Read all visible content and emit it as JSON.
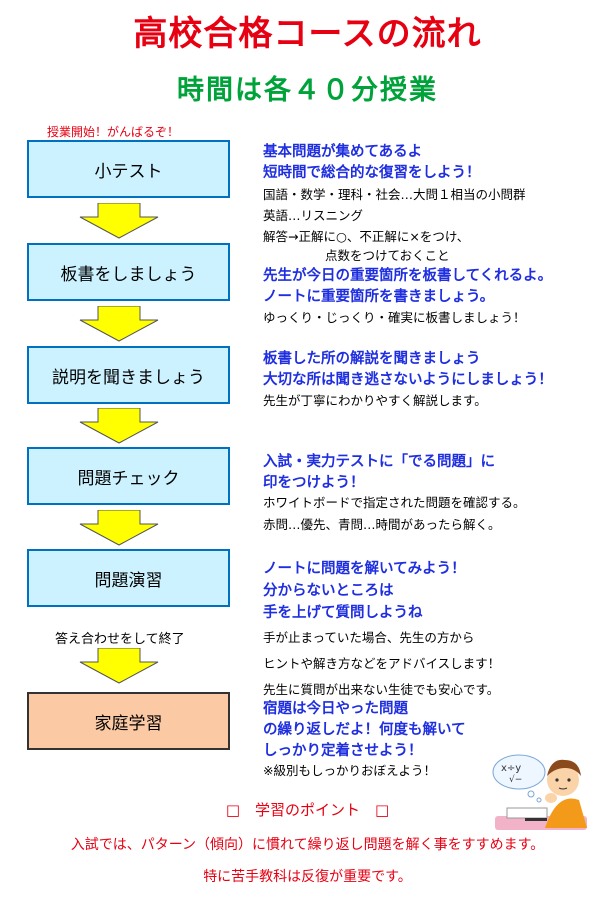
{
  "title": "高校合格コースの流れ",
  "subtitle": "時間は各４０分授業",
  "start_label": "授業開始！がんばるぞ！",
  "steps": [
    {
      "label": "小テスト"
    },
    {
      "label": "板書をしましょう"
    },
    {
      "label": "説明を聞きましょう"
    },
    {
      "label": "問題チェック"
    },
    {
      "label": "問題演習"
    },
    {
      "label": "家庭学習"
    }
  ],
  "end_label": "答え合わせをして終了",
  "descriptions": {
    "d1": [
      "基本問題が集めてあるよ",
      "短時間で総合的な復習をしよう！",
      "国語・数学・理科・社会…大問１相当の小問群",
      "英語…リスニング",
      "解答→正解に○、不正解に×をつけ、",
      "点数をつけておくこと"
    ],
    "d2": [
      "先生が今日の重要箇所を板書してくれるよ。",
      "ノートに重要箇所を書きましょう。",
      "ゆっくり・じっくり・確実に板書しましょう！"
    ],
    "d3": [
      "板書した所の解説を聞きましょう",
      "大切な所は聞き逃さないようにしましょう！",
      "先生が丁寧にわかりやすく解説します。"
    ],
    "d4": [
      "入試・実力テストに「でる問題」に",
      "印をつけよう！",
      "ホワイトボードで指定された問題を確認する。",
      "赤問…優先、青問…時間があったら解く。"
    ],
    "d5": [
      "ノートに問題を解いてみよう！",
      "分からないところは",
      "手を上げて質問しようね",
      "手が止まっていた場合、先生の方から",
      "ヒントや解き方などをアドバイスします！",
      "先生に質問が出来ない生徒でも安心です。"
    ],
    "d6": [
      "宿題は今日やった問題",
      "の繰り返しだよ！何度も解いて",
      "しっかり定着させよう！",
      "※級別もしっかりおぼえよう！"
    ]
  },
  "points": {
    "heading": "□　学習のポイント　□",
    "line1": "入試では、パターン（傾向）に慣れて繰り返し問題を解く事をすすめます。",
    "line2": "特に苦手教科は反復が重要です。"
  },
  "colors": {
    "title": "#e60012",
    "subtitle": "#00a23a",
    "blue_text": "#1f2fe0",
    "box_fill": "#ccf2ff",
    "box_border": "#0070c0",
    "final_fill": "#fbc9a4",
    "arrow": "#ffff00"
  }
}
